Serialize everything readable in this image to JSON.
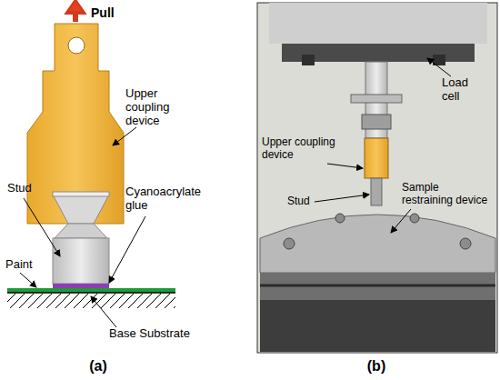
{
  "diagram": {
    "labels": [
      "Pull",
      "Upper coupling device",
      "Stud",
      "Cyanoacrylate glue",
      "Paint",
      "Base Substrate",
      "(a)",
      "Load cell",
      "Upper coupling device",
      "Stud",
      "Sample restraining device",
      "(b)"
    ]
  }
}
